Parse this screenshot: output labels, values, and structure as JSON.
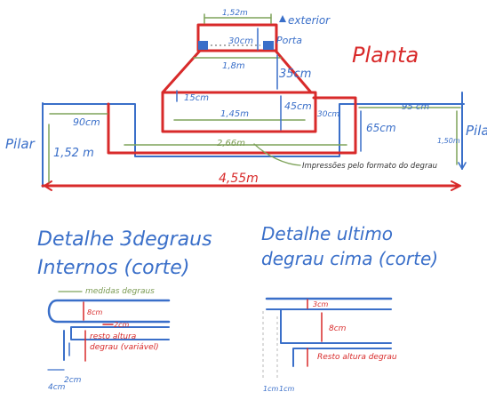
{
  "colors": {
    "blue": "#3a6fc9",
    "red": "#d82a2a",
    "green": "#7ea35a"
  },
  "plan": {
    "title": "Planta",
    "top_width": "1,52m",
    "exterior": "exterior",
    "door_depth": "30cm",
    "door": "Porta",
    "second_width": "1,8m",
    "second_depth": "35cm",
    "step_15": "15cm",
    "mid_width": "1,45m",
    "mid_depth": "45cm",
    "side_30": "30cm",
    "left_90": "90cm",
    "right_95": "95 cm",
    "right_65": "65cm",
    "pillar_left": "Pilar",
    "pillar_right": "Pilar",
    "left_height": "1,52 m",
    "right_height": "1,50m",
    "bottom_width": "2,66m",
    "total_width": "4,55m",
    "note": "Impressões pelo formato do degrau"
  },
  "detail1": {
    "title_line1": "Detalhe 3degraus",
    "title_line2": "Internos (corte)",
    "measures": "medidas degraus",
    "dim_8": "8cm",
    "dim_2": "2cm",
    "rest_line1": "resto altura",
    "rest_line2": "degrau (variável)",
    "foot_2": "2cm",
    "foot_4": "4cm"
  },
  "detail2": {
    "title_line1": "Detalhe ultimo",
    "title_line2": "degrau cima (corte)",
    "dim_3": "3cm",
    "dim_8": "8cm",
    "rest": "Resto altura degrau",
    "foot_1a": "1cm",
    "foot_1b": "1cm"
  }
}
